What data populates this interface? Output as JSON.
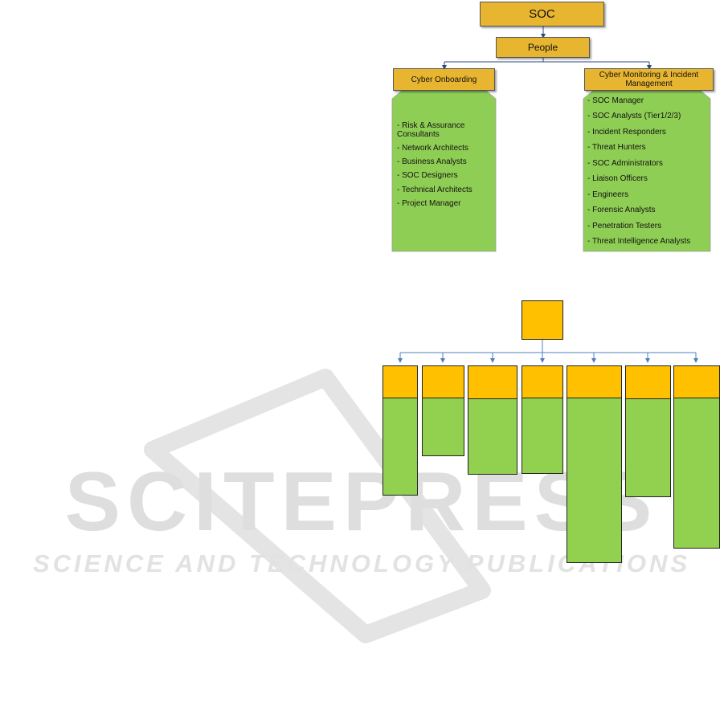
{
  "diagram_top": {
    "root": "SOC",
    "level1": "People",
    "branches": [
      {
        "title": "Cyber Onboarding",
        "items": [
          "- Risk & Assurance Consultants",
          "- Network Architects",
          "- Business Analysts",
          "- SOC Designers",
          "- Technical Architects",
          "- Project Manager"
        ]
      },
      {
        "title": "Cyber Monitoring & Incident Management",
        "items": [
          "- SOC Manager",
          "- SOC Analysts (Tier1/2/3)",
          "- Incident Responders",
          "- Threat Hunters",
          "- SOC Administrators",
          "- Liaison Officers",
          "- Engineers",
          "-  Forensic Analysts",
          "- Penetration Testers",
          "- Threat Intelligence Analysts"
        ]
      }
    ]
  },
  "diagram_bottom": {
    "columns": 7
  },
  "watermark": {
    "line1": "SCITEPRESS",
    "line2": "SCIENCE AND TECHNOLOGY PUBLICATIONS"
  },
  "colors": {
    "gold": "#e7b530",
    "yellow": "#ffc000",
    "green": "#92d050",
    "connector": "#4f81bd"
  }
}
